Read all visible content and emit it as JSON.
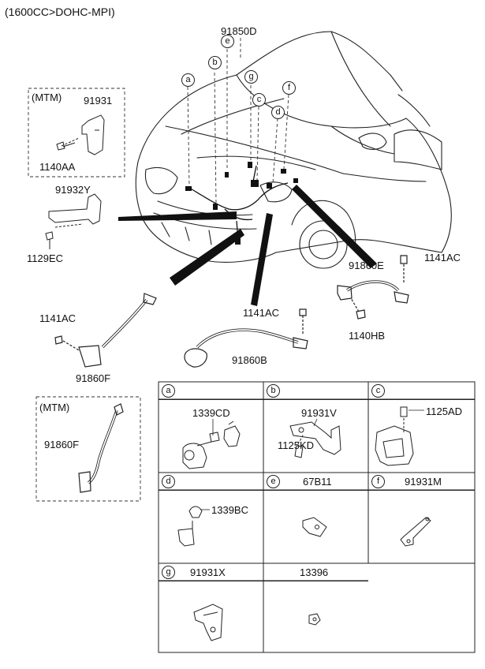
{
  "header": {
    "title": "(1600CC>DOHC-MPI)"
  },
  "callouts": {
    "main": "91850D",
    "a": "a",
    "b": "b",
    "c": "c",
    "d": "d",
    "e": "e",
    "f": "f",
    "g": "g"
  },
  "mtm_box_top": {
    "label": "(MTM)",
    "part_bracket": "91931",
    "part_bolt": "1140AA"
  },
  "parts_left": {
    "bracket": "91932Y",
    "bolt": "1129EC"
  },
  "cable_f": {
    "bolt": "1141AC",
    "cable": "91860F"
  },
  "cable_b": {
    "bolt": "1141AC",
    "cable": "91860B"
  },
  "cable_e": {
    "bolt_top": "1141AC",
    "cable": "91860E",
    "bolt_bottom": "1140HB"
  },
  "mtm_box_bottom": {
    "label": "(MTM)",
    "cable": "91860F"
  },
  "grid": {
    "a": {
      "letter": "a",
      "part": "1339CD"
    },
    "b": {
      "letter": "b",
      "part1": "91931V",
      "part2": "1125KD"
    },
    "c": {
      "letter": "c",
      "part": "1125AD"
    },
    "d": {
      "letter": "d",
      "part": "1339BC"
    },
    "e": {
      "letter": "e",
      "part": "67B11"
    },
    "f": {
      "letter": "f",
      "part": "91931M"
    },
    "g": {
      "letter": "g",
      "part": "91931X"
    },
    "h": {
      "part": "13396"
    }
  }
}
